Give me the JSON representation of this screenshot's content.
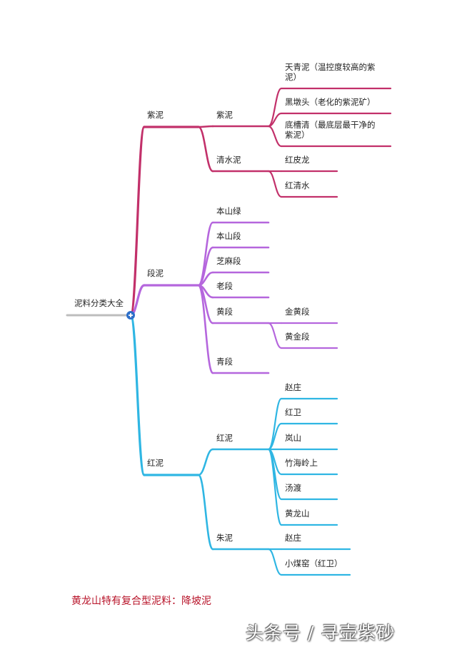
{
  "colors": {
    "purple_clay": "#c2306a",
    "section_clay": "#b566dd",
    "red_clay": "#2fb6e3",
    "root": "#bdbdbd",
    "node": "#2d6fc9",
    "footnote": "#b8142a"
  },
  "mindmap": {
    "root": "泥料分类大全",
    "branches": [
      {
        "label": "紫泥",
        "children": [
          {
            "label": "紫泥",
            "children": [
              "天青泥（温控度较高的紫泥）",
              "黑墩头（老化的紫泥矿）",
              "底槽清（最底层最干净的紫泥）"
            ]
          },
          {
            "label": "清水泥",
            "children": [
              "红皮龙",
              "红清水"
            ]
          }
        ]
      },
      {
        "label": "段泥",
        "children": [
          {
            "label": "本山绿",
            "children": []
          },
          {
            "label": "本山段",
            "children": []
          },
          {
            "label": "芝麻段",
            "children": []
          },
          {
            "label": "老段",
            "children": []
          },
          {
            "label": "黄段",
            "children": [
              "金黄段",
              "黄金段"
            ]
          },
          {
            "label": "青段",
            "children": []
          }
        ]
      },
      {
        "label": "红泥",
        "children": [
          {
            "label": "红泥",
            "children": [
              "赵庄",
              "红卫",
              "岚山",
              "竹海岭上",
              "汤渡",
              "黄龙山"
            ]
          },
          {
            "label": "朱泥",
            "children": [
              "赵庄",
              "小煤窑（红卫）"
            ]
          }
        ]
      }
    ]
  },
  "footnote": "黄龙山特有复合型泥料：降坡泥",
  "watermark": "头条号 / 寻壶紫砂"
}
